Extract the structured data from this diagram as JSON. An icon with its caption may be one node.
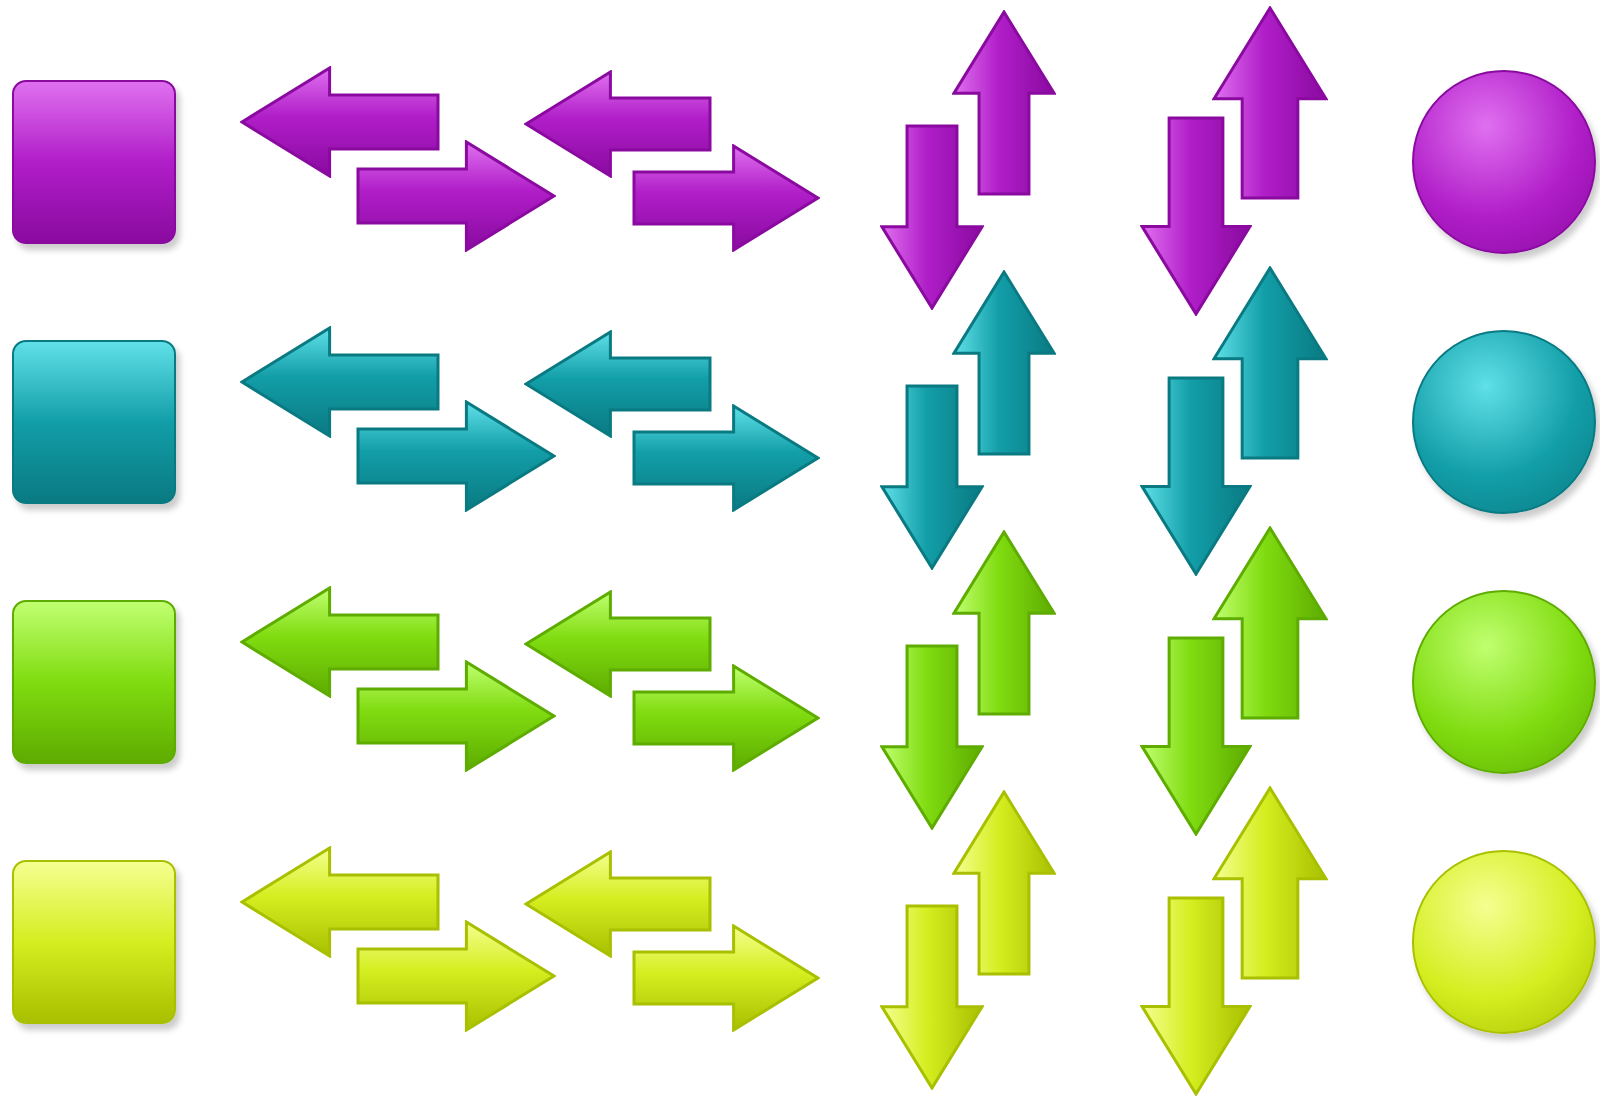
{
  "diagram": {
    "nodes": [
      {
        "text": [],
        "shape": "box"
      },
      {
        "text": [],
        "shape": "circle"
      },
      {
        "text": [],
        "shape": "box"
      },
      {
        "text": [],
        "shape": "circle"
      },
      {
        "text": [],
        "shape": "box"
      },
      {
        "text": [],
        "shape": "circle"
      },
      {
        "text": [],
        "shape": "box"
      },
      {
        "text": [],
        "shape": "circle"
      }
    ]
  }
}
